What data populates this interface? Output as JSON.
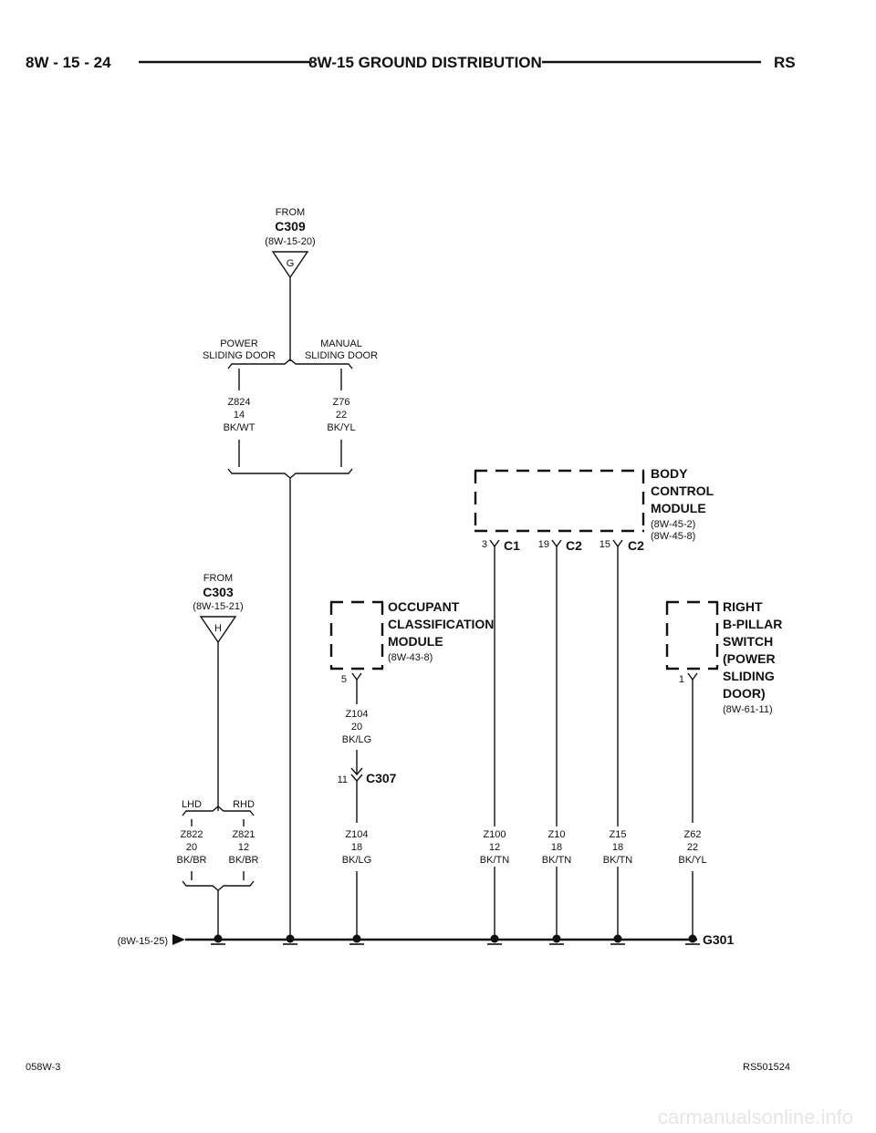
{
  "header": {
    "page_number": "8W - 15 - 24",
    "title": "8W-15 GROUND DISTRIBUTION",
    "model": "RS"
  },
  "c309_source": {
    "from_label": "FROM",
    "connector": "C309",
    "ref": "(8W-15-20)",
    "splice": "G"
  },
  "door_branches": {
    "left_line1": "POWER",
    "left_line2": "SLIDING DOOR",
    "right_line1": "MANUAL",
    "right_line2": "SLIDING DOOR"
  },
  "wire_z824": {
    "circuit": "Z824",
    "gauge": "14",
    "color": "BK/WT"
  },
  "wire_z76": {
    "circuit": "Z76",
    "gauge": "22",
    "color": "BK/YL"
  },
  "bcm": {
    "name_line1": "BODY",
    "name_line2": "CONTROL",
    "name_line3": "MODULE",
    "ref1": "(8W-45-2)",
    "ref2": "(8W-45-8)",
    "pins": [
      {
        "pin": "3",
        "connector": "C1"
      },
      {
        "pin": "19",
        "connector": "C2"
      },
      {
        "pin": "15",
        "connector": "C2"
      }
    ]
  },
  "c303_source": {
    "from_label": "FROM",
    "connector": "C303",
    "ref": "(8W-15-21)",
    "splice": "H"
  },
  "ocm": {
    "name_line1": "OCCUPANT",
    "name_line2": "CLASSIFICATION",
    "name_line3": "MODULE",
    "ref": "(8W-43-8)",
    "pin": "5"
  },
  "bpillar": {
    "name_line1": "RIGHT",
    "name_line2": "B-PILLAR",
    "name_line3": "SWITCH",
    "name_line4": "(POWER",
    "name_line5": "SLIDING",
    "name_line6": "DOOR)",
    "ref": "(8W-61-11)",
    "pin": "1"
  },
  "wire_z104_upper": {
    "circuit": "Z104",
    "gauge": "20",
    "color": "BK/LG"
  },
  "c307": {
    "pin": "11",
    "connector": "C307"
  },
  "drive_branches": {
    "left": "LHD",
    "right": "RHD"
  },
  "wire_z822": {
    "circuit": "Z822",
    "gauge": "20",
    "color": "BK/BR"
  },
  "wire_z821": {
    "circuit": "Z821",
    "gauge": "12",
    "color": "BK/BR"
  },
  "wire_z104_lower": {
    "circuit": "Z104",
    "gauge": "18",
    "color": "BK/LG"
  },
  "wire_z100": {
    "circuit": "Z100",
    "gauge": "12",
    "color": "BK/TN"
  },
  "wire_z10": {
    "circuit": "Z10",
    "gauge": "18",
    "color": "BK/TN"
  },
  "wire_z15": {
    "circuit": "Z15",
    "gauge": "18",
    "color": "BK/TN"
  },
  "wire_z62": {
    "circuit": "Z62",
    "gauge": "22",
    "color": "BK/YL"
  },
  "ground_bus": {
    "continuation_ref": "(8W-15-25)",
    "ground_name": "G301"
  },
  "footer": {
    "left_code": "058W-3",
    "right_code": "RS501524"
  },
  "watermark": "carmanualsonline.info"
}
